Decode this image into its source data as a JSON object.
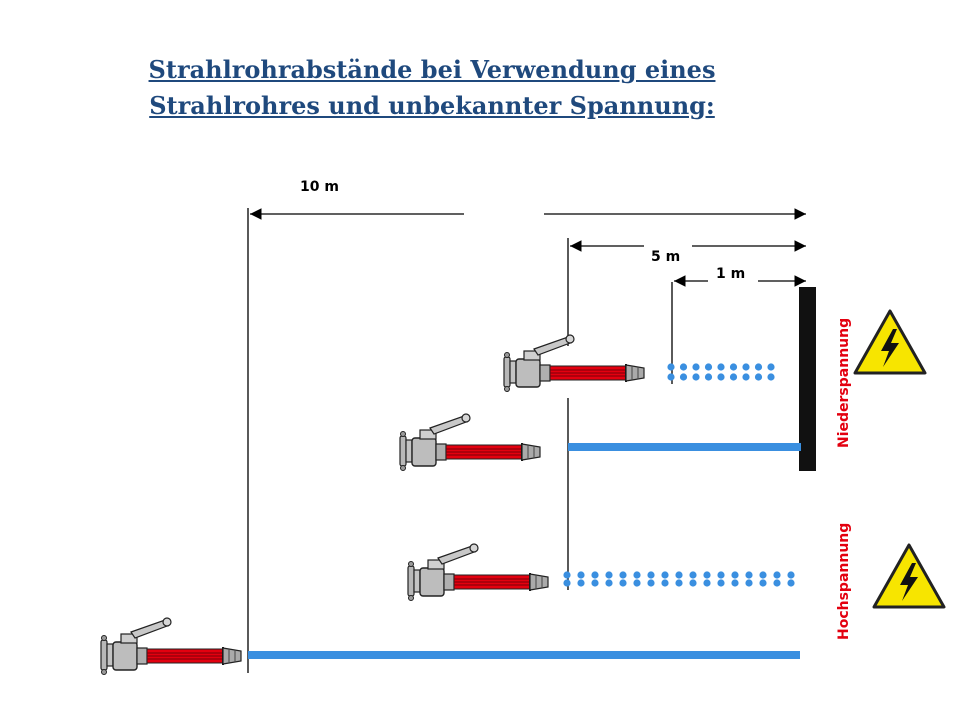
{
  "title": {
    "line1": "Strahlrohrabstände bei Verwendung eines",
    "line2": "Strahlrohres und unbekannter Spannung:"
  },
  "dimensions": {
    "d10": "10 m",
    "d5": "5 m",
    "d1": "1 m"
  },
  "labels": {
    "low_voltage": "Niederspannung",
    "high_voltage": "Hochspannung"
  },
  "colors": {
    "title": "#1f497d",
    "water": "#3a8fe0",
    "label": "#e3000f",
    "hose": "#e3000f",
    "warning_fill": "#f7e500"
  },
  "icons": {
    "warning": "high-voltage-warning-icon",
    "nozzle": "nozzle-icon"
  }
}
